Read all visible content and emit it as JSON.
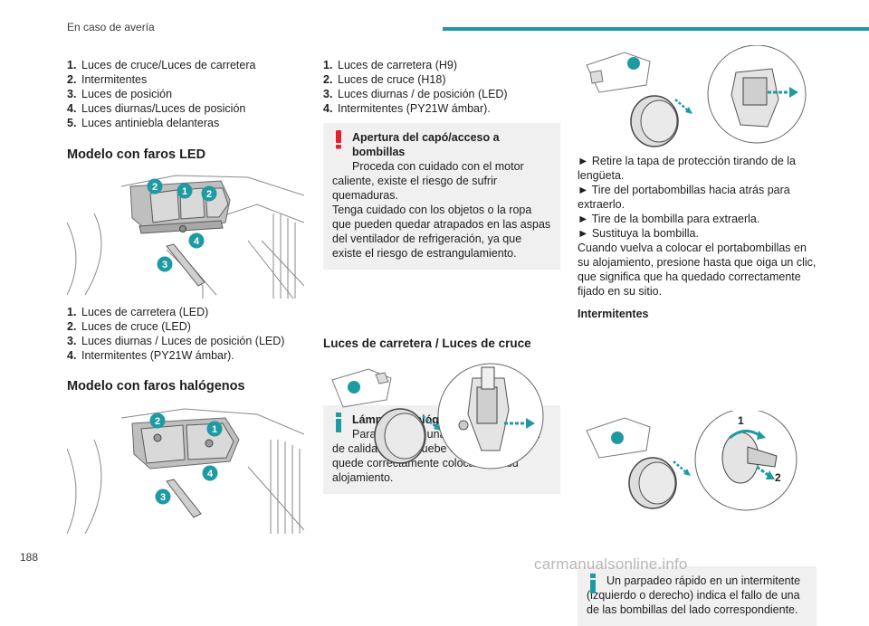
{
  "header": {
    "title": "En caso de avería",
    "accent_color": "#1f9aa3"
  },
  "page_number": "188",
  "watermark": "carmanualsonline.info",
  "col1": {
    "list1": [
      {
        "n": "1.",
        "t": "Luces de cruce/Luces de carretera"
      },
      {
        "n": "2.",
        "t": "Intermitentes"
      },
      {
        "n": "3.",
        "t": "Luces de posición"
      },
      {
        "n": "4.",
        "t": "Luces diurnas/Luces de posición"
      },
      {
        "n": "5.",
        "t": "Luces antiniebla delanteras"
      }
    ],
    "heading_led": "Modelo con faros LED",
    "fig_led_callouts": [
      "2",
      "1",
      "2",
      "4",
      "3"
    ],
    "list_led": [
      {
        "n": "1.",
        "t": "Luces de carretera (LED)"
      },
      {
        "n": "2.",
        "t": "Luces de cruce (LED)"
      },
      {
        "n": "3.",
        "t": "Luces diurnas / Luces de posición (LED)"
      },
      {
        "n": "4.",
        "t": "Intermitentes (PY21W ámbar)."
      }
    ],
    "heading_halogen": "Modelo con faros halógenos",
    "fig_hal_callouts": [
      "2",
      "1",
      "4",
      "3"
    ]
  },
  "col2": {
    "list_hal": [
      {
        "n": "1.",
        "t": "Luces de carretera (H9)"
      },
      {
        "n": "2.",
        "t": "Luces de cruce (H18)"
      },
      {
        "n": "3.",
        "t": "Luces diurnas / de posición (LED)"
      },
      {
        "n": "4.",
        "t": "Intermitentes (PY21W ámbar)."
      }
    ],
    "warning": {
      "title": "Apertura del capó/acceso a bombillas",
      "text1": "Proceda con cuidado con el motor caliente, existe el riesgo de sufrir quemaduras.",
      "text2": "Tenga cuidado con los objetos o la ropa que pueden quedar atrapados en las aspas del ventilador de refrigeración, ya que existe el riesgo de estrangulamiento.",
      "color": "#e5202e"
    },
    "info": {
      "title": "Lámparas halógenas (Hx)",
      "text": "Para asegurar una buena iluminación de calidad, compruebe que la bombilla quede correctamente colocada en su alojamiento.",
      "color": "#1f9aa3"
    },
    "heading_beams": "Luces de carretera / Luces de cruce"
  },
  "col3": {
    "steps": [
      "► Retire la tapa de protección tirando de la lengüeta.",
      "► Tire del portabombillas hacia atrás para extraerlo.",
      "► Tire de la bombilla para extraerla.",
      "► Sustituya la bombilla.",
      "Cuando vuelva a colocar el portabombillas en su alojamiento, presione hasta que oiga un clic, que significa que ha quedado correctamente fijado en su sitio."
    ],
    "heading_ind": "Intermitentes",
    "info_ind": "Un parpadeo rápido en un intermitente (izquierdo o derecho) indica el fallo de una de las bombillas del lado correspondiente.",
    "fig_ind_callouts": [
      "1",
      "2"
    ]
  }
}
